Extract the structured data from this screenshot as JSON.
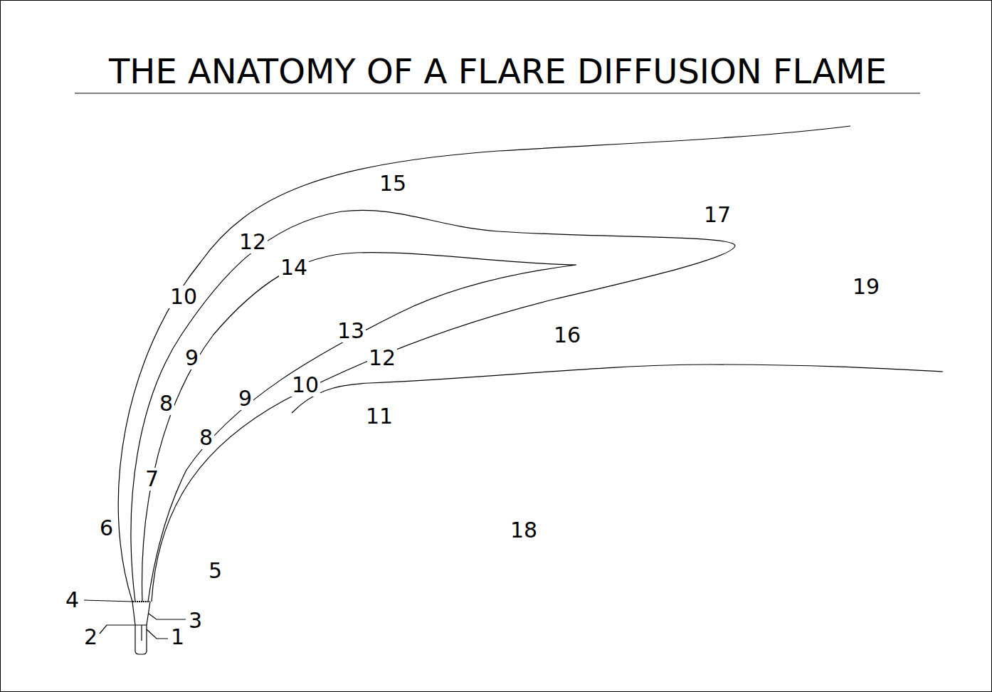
{
  "diagram": {
    "title": "THE ANATOMY OF A FLARE DIFFUSION FLAME",
    "labels": [
      "15",
      "17",
      "12",
      "14",
      "19",
      "10",
      "13",
      "16",
      "9",
      "12",
      "10",
      "9",
      "8",
      "11",
      "8",
      "7",
      "6",
      "18",
      "5",
      "4",
      "3",
      "2",
      "1"
    ]
  }
}
